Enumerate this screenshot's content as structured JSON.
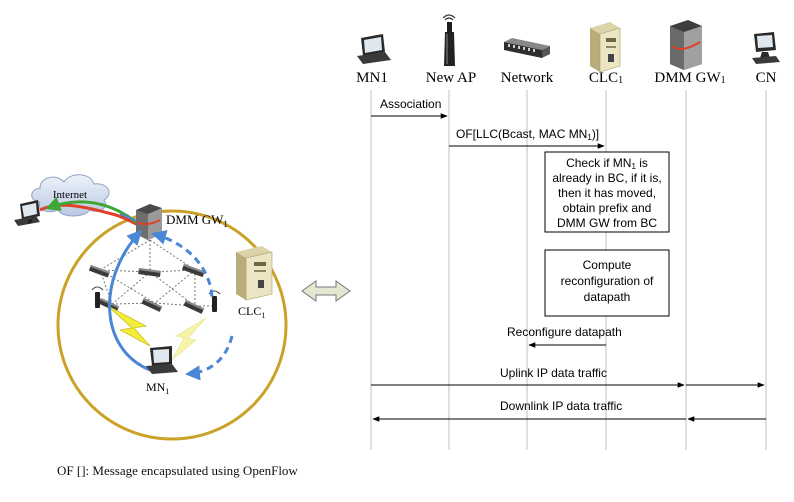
{
  "left_panel": {
    "internet_label": "Internet",
    "gateway_label": "DMM GW",
    "gateway_sub": "1",
    "controller_label": "CLC",
    "controller_sub": "1",
    "mobile_label": "MN",
    "mobile_sub": "1"
  },
  "entities": [
    {
      "id": "mn",
      "label": "MN1",
      "icon": "laptop-icon"
    },
    {
      "id": "ap",
      "label": "New AP",
      "icon": "access-point-icon"
    },
    {
      "id": "net",
      "label": "Network",
      "icon": "switch-icon"
    },
    {
      "id": "clc",
      "label": "CLC",
      "sub": "1",
      "icon": "server-icon"
    },
    {
      "id": "gw",
      "label": "DMM GW",
      "sub": "1",
      "icon": "gateway-icon"
    },
    {
      "id": "cn",
      "label": "CN",
      "icon": "desktop-icon"
    }
  ],
  "messages": {
    "association": "Association",
    "of_msg_pre": "OF[LLC(Bcast, MAC MN",
    "of_msg_sub": "1",
    "of_msg_post": ")]",
    "reconfigure": "Reconfigure datapath",
    "uplink": "Uplink IP data traffic",
    "downlink": "Downlink IP data traffic"
  },
  "boxes": {
    "check_lines": [
      "Check if MN",
      "already in BC, if it is,",
      "then it has moved,",
      "obtain prefix and",
      "DMM GW from BC"
    ],
    "check_sub": "1",
    "check_suffix": " is",
    "compute_lines": [
      "Compute",
      "reconfiguration of",
      "datapath"
    ]
  },
  "footnote": "OF []: Message encapsulated using OpenFlow",
  "colors": {
    "ring": "#c9a227",
    "blue_arrow": "#4a86d6",
    "green_arrow": "#3fa535",
    "red_arrow": "#e0402a",
    "lightning": "#f2ee3a",
    "double_arrow_fill": "#e5e8d0"
  }
}
